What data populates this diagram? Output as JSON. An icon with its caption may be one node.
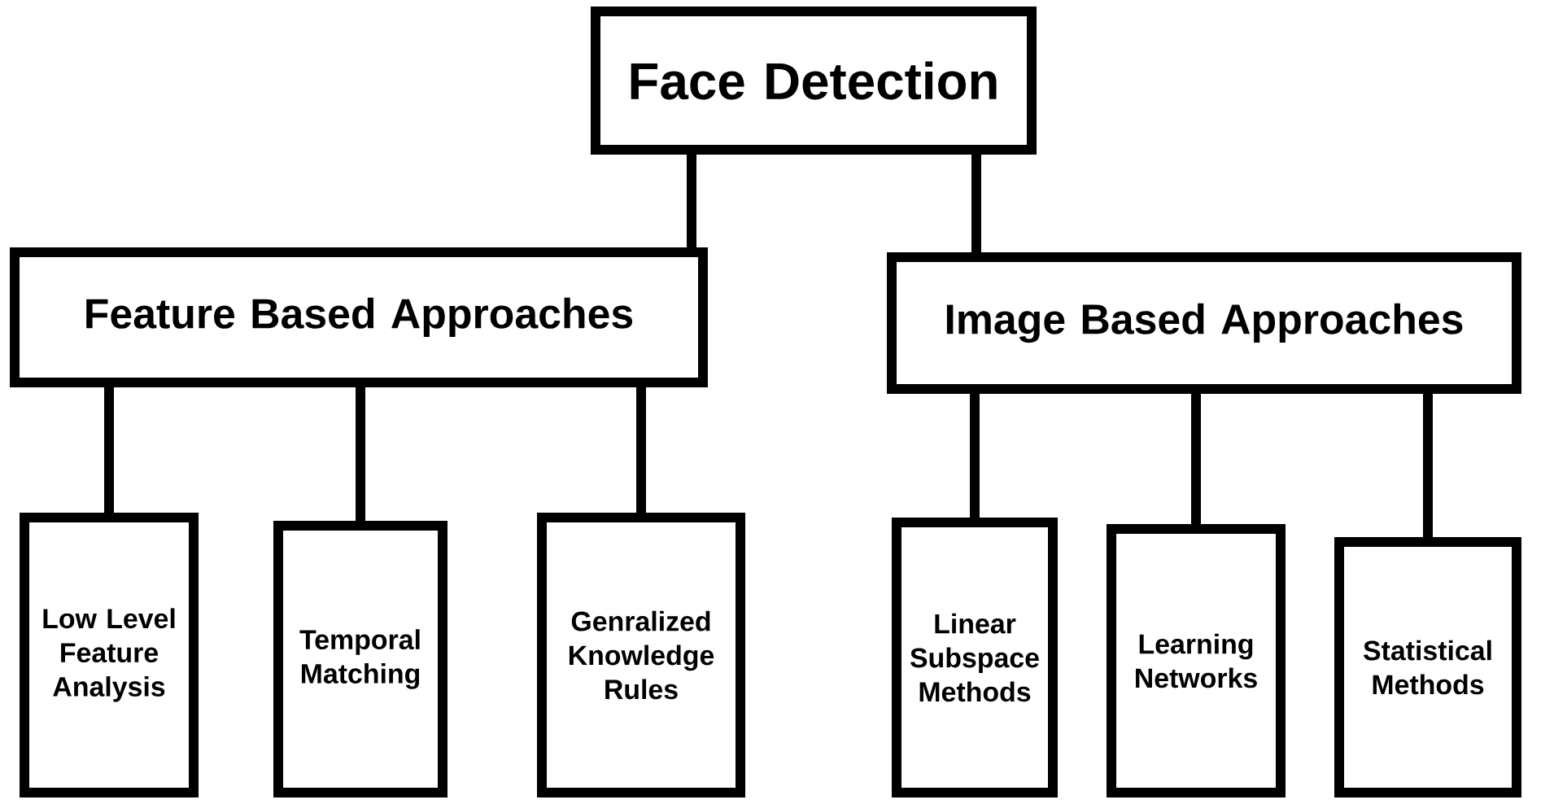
{
  "diagram": {
    "nodes": [
      {
        "text": [
          "Face Detection"
        ]
      },
      {
        "text": [
          "Feature Based Approaches"
        ]
      },
      {
        "text": [
          "Image Based Approaches"
        ]
      },
      {
        "text": [
          "Low Level Feature Analysis"
        ]
      },
      {
        "text": [
          "Temporal Matching"
        ]
      },
      {
        "text": [
          "Genralized Knowledge Rules"
        ]
      },
      {
        "text": [
          "Linear Subspace Methods"
        ]
      },
      {
        "text": [
          "Learning Networks"
        ]
      },
      {
        "text": [
          "Statistical Methods"
        ]
      }
    ],
    "edges": [
      {
        "from": 0,
        "to": 1,
        "arrow": "none"
      },
      {
        "from": 0,
        "to": 2,
        "arrow": "none"
      },
      {
        "from": 1,
        "to": 3,
        "arrow": "none"
      },
      {
        "from": 1,
        "to": 4,
        "arrow": "none"
      },
      {
        "from": 1,
        "to": 5,
        "arrow": "none"
      },
      {
        "from": 2,
        "to": 6,
        "arrow": "none"
      },
      {
        "from": 2,
        "to": 7,
        "arrow": "none"
      },
      {
        "from": 2,
        "to": 8,
        "arrow": "none"
      }
    ]
  }
}
